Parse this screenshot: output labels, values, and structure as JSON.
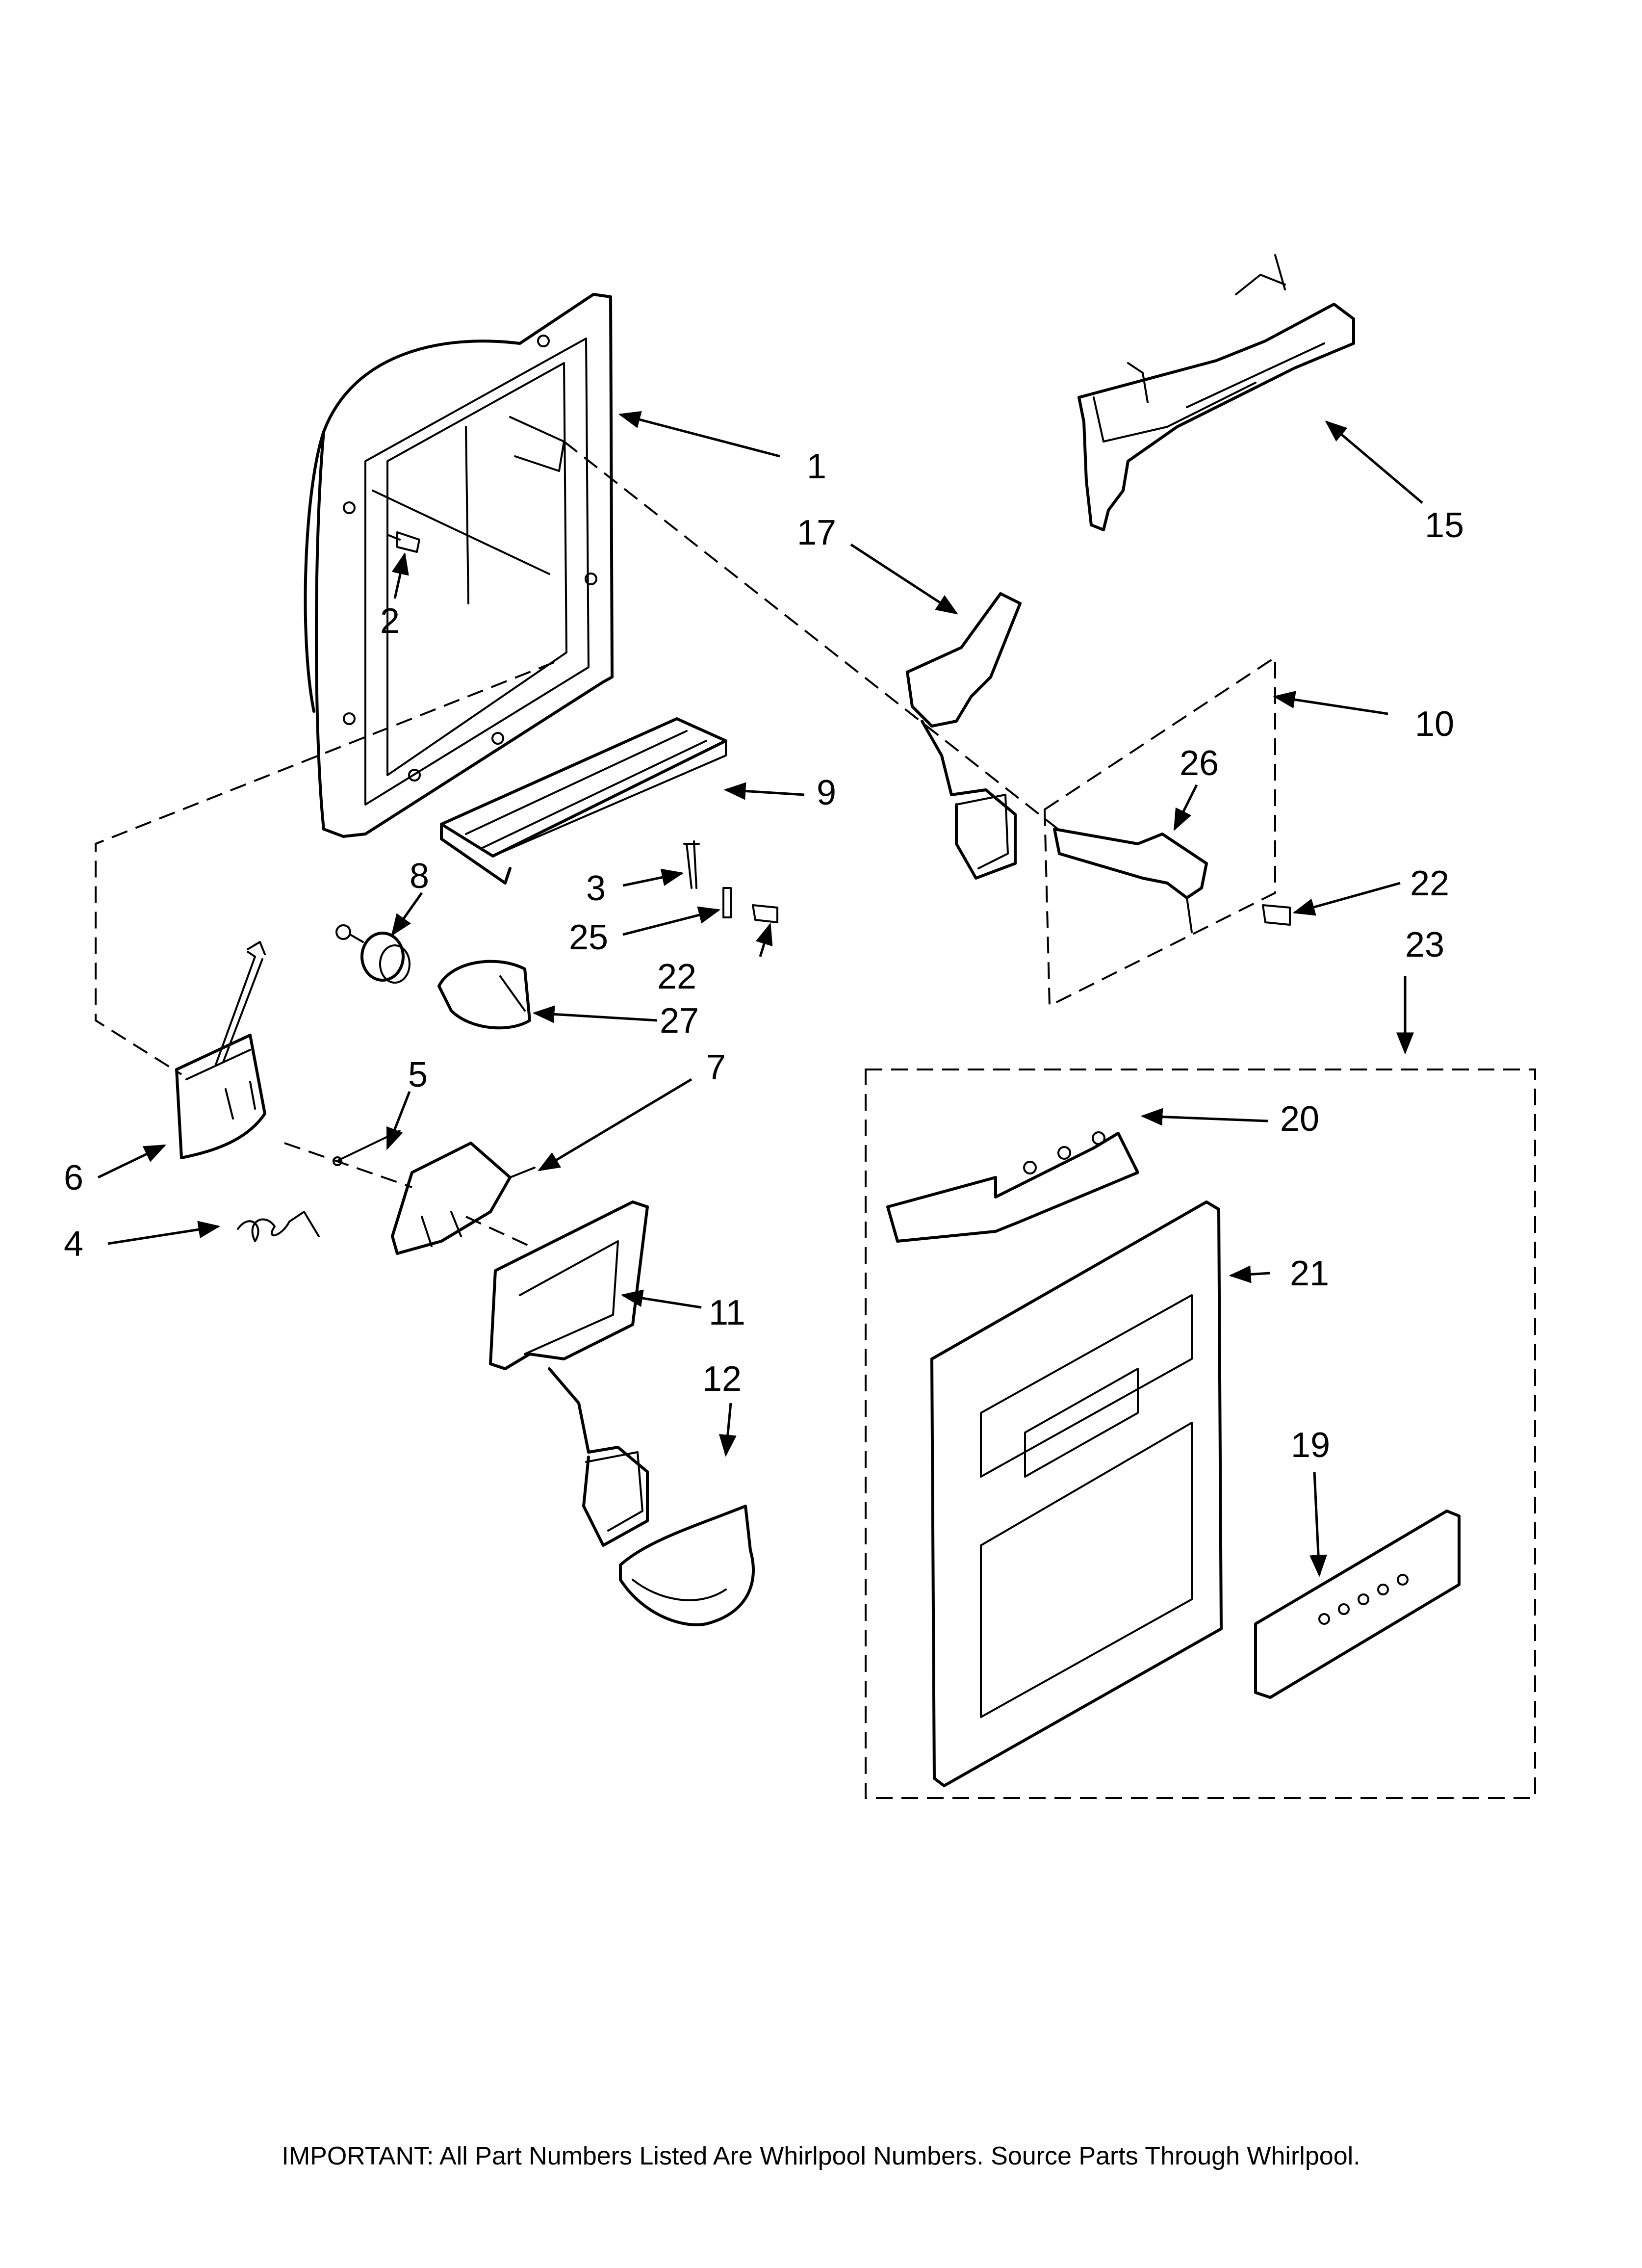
{
  "callouts": [
    {
      "id": "c1",
      "label": "1"
    },
    {
      "id": "c2",
      "label": "2"
    },
    {
      "id": "c3",
      "label": "3"
    },
    {
      "id": "c4",
      "label": "4"
    },
    {
      "id": "c5",
      "label": "5"
    },
    {
      "id": "c6",
      "label": "6"
    },
    {
      "id": "c7",
      "label": "7"
    },
    {
      "id": "c8",
      "label": "8"
    },
    {
      "id": "c9",
      "label": "9"
    },
    {
      "id": "c10",
      "label": "10"
    },
    {
      "id": "c11",
      "label": "11"
    },
    {
      "id": "c12",
      "label": "12"
    },
    {
      "id": "c15",
      "label": "15"
    },
    {
      "id": "c17",
      "label": "17"
    },
    {
      "id": "c19",
      "label": "19"
    },
    {
      "id": "c20",
      "label": "20"
    },
    {
      "id": "c21",
      "label": "21"
    },
    {
      "id": "c22a",
      "label": "22"
    },
    {
      "id": "c22b",
      "label": "22"
    },
    {
      "id": "c23",
      "label": "23"
    },
    {
      "id": "c25",
      "label": "25"
    },
    {
      "id": "c26",
      "label": "26"
    },
    {
      "id": "c27",
      "label": "27"
    }
  ],
  "footer": {
    "note": "IMPORTANT: All Part Numbers Listed Are Whirlpool Numbers. Source Parts Through Whirlpool."
  }
}
